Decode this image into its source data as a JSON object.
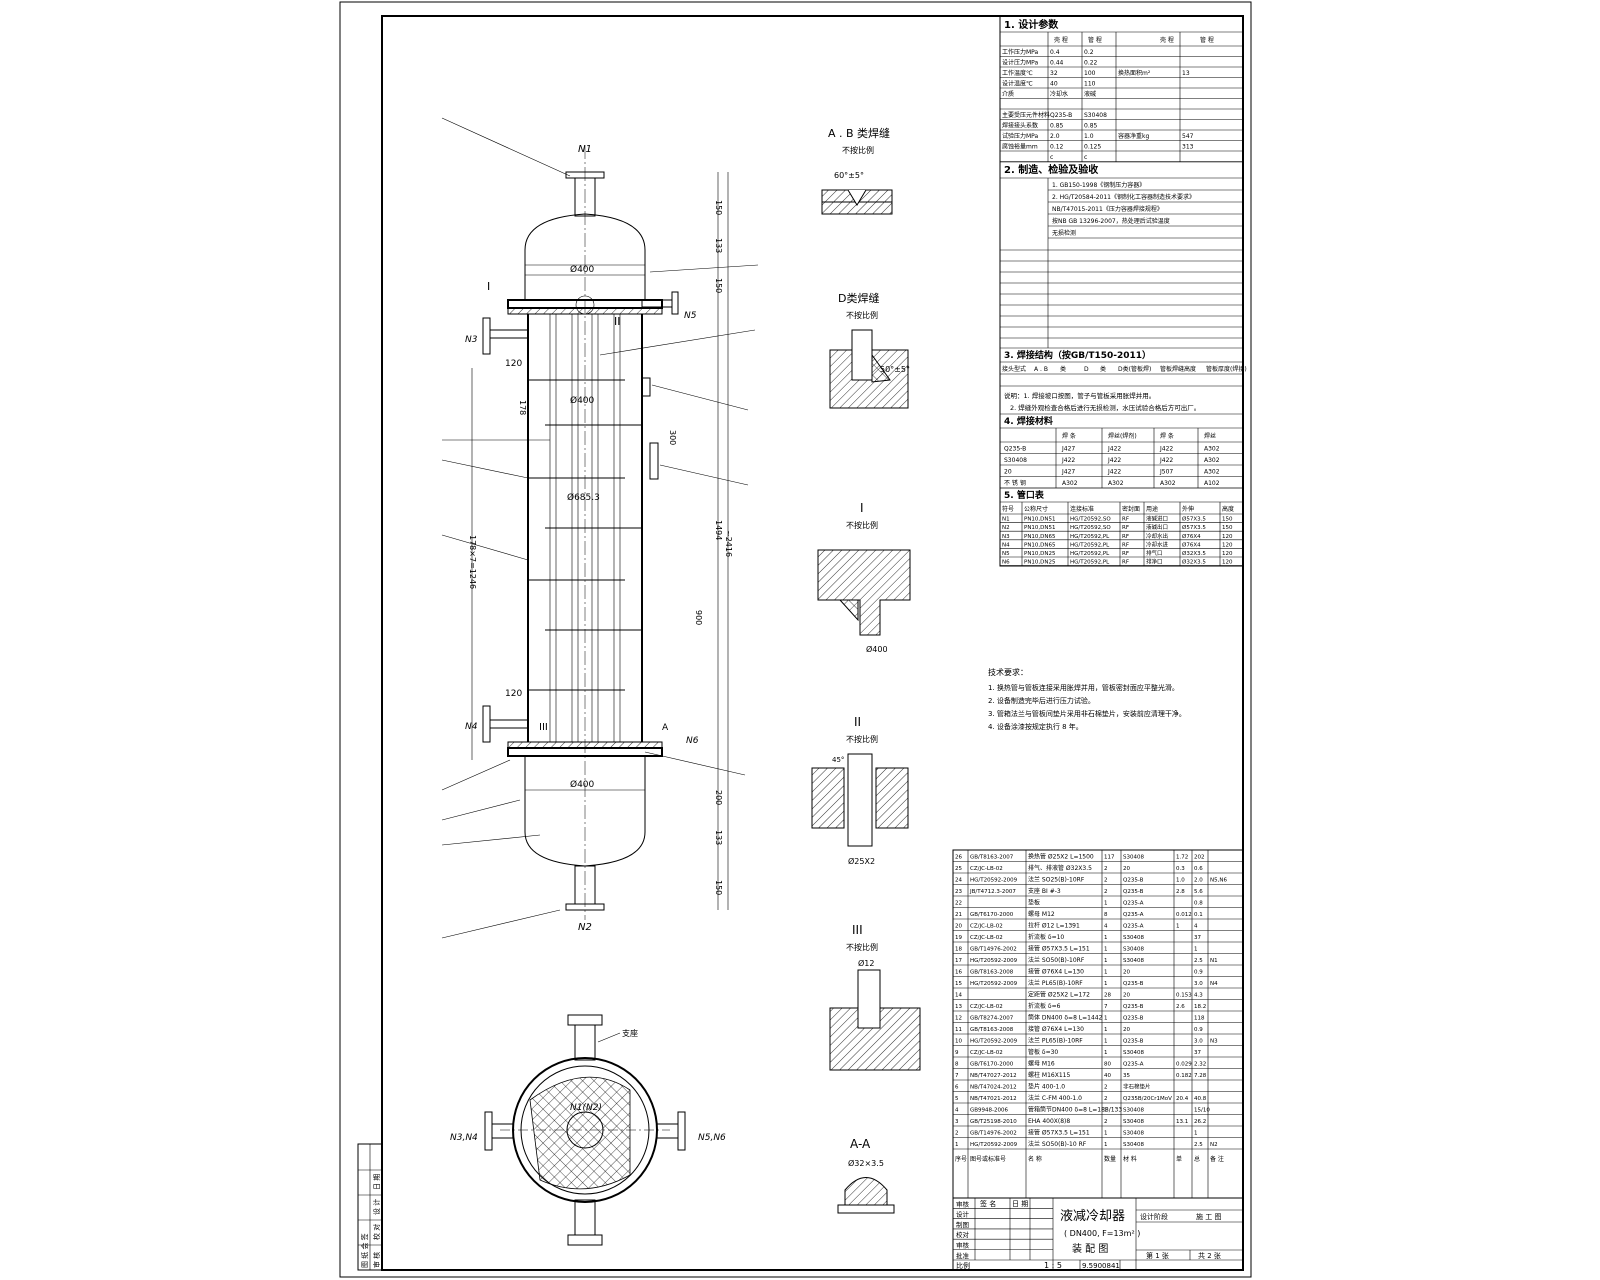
{
  "title_block": {
    "drawing_name": "液减冷却器",
    "drawing_sub": "( DN400, F=13m² )",
    "drawing_type": "装 配 图",
    "scale_label": "比例",
    "scale": "1 : 5",
    "drawing_no": "9.5900841",
    "sheet": "第 1 张",
    "total": "共 2 张",
    "rows": [
      "审核",
      "设计",
      "制图",
      "校对",
      "审核",
      "批准"
    ],
    "cols": [
      "签 名",
      "日 期"
    ],
    "stage_label": "设计阶段",
    "stage": "施 工 图"
  },
  "main_labels": {
    "N1": "N1",
    "N2": "N2",
    "N3": "N3",
    "N4": "N4",
    "N5": "N5",
    "N6": "N6",
    "phi400_top": "Ø400",
    "phi400_mid": "Ø400",
    "phi400_bot": "Ø400",
    "phi685": "Ø685.3",
    "dim_150a": "150",
    "dim_133a": "133",
    "dim_150b": "150",
    "dim_1494": "1494",
    "dim_2416": "~2416",
    "dim_300": "300",
    "dim_900": "900",
    "dim_200": "200",
    "dim_133b": "133",
    "dim_150c": "150",
    "dim_120a": "120",
    "dim_120b": "120",
    "dim_178": "178",
    "dim_1782": "178×7=1246",
    "mark_I": "I",
    "mark_II": "II",
    "mark_III": "III",
    "mark_A": "A",
    "plan_N1N2": "N1(N2)",
    "plan_N3N4": "N3,N4",
    "plan_N5N6": "N5,N6",
    "plan_note": "支座"
  },
  "details": {
    "ab_title": "A . B 类焊缝",
    "ab_sub": "不按比例",
    "ab_angle": "60°±5°",
    "d_title": "D类焊缝",
    "d_sub": "不按比例",
    "d_angle": "50°±5°",
    "i_title": "I",
    "i_sub": "不按比例",
    "i_phi": "Ø400",
    "ii_title": "II",
    "ii_sub": "不按比例",
    "ii_phi": "Ø25X2",
    "ii_angle": "45°",
    "iii_title": "III",
    "iii_sub": "不按比例",
    "iii_phi": "Ø12",
    "aa_title": "A-A",
    "aa_phi": "Ø32×3.5"
  },
  "params": {
    "h1": "1. 设计参数",
    "h2": "2. 制造、检验及验收",
    "h3": "3. 焊接结构（按GB/T150-2011）",
    "h4": "4. 焊接材料",
    "h5": "5. 管口表",
    "top_cols": [
      "",
      "壳 程",
      "管 程",
      "",
      "壳 程",
      "管 程"
    ],
    "rows": [
      [
        "工作压力MPa",
        "0.4",
        "0.2",
        "",
        ""
      ],
      [
        "设计压力MPa",
        "0.44",
        "0.22",
        "",
        ""
      ],
      [
        "工作温度℃",
        "32",
        "100",
        "换热面积m²",
        "13"
      ],
      [
        "设计温度℃",
        "40",
        "110",
        "",
        ""
      ],
      [
        "介质",
        "冷却水",
        "液碱",
        "",
        ""
      ],
      [
        "",
        "",
        "",
        "",
        ""
      ],
      [
        "主要受压元件材料",
        "Q235-B",
        "S30408",
        "",
        ""
      ],
      [
        "焊接接头系数",
        "0.85",
        "0.85",
        "",
        ""
      ],
      [
        "试验压力MPa",
        "2.0",
        "1.0",
        "容器净重kg",
        "547"
      ],
      [
        "腐蚀裕量mm",
        "0.12",
        "0.125",
        "",
        "313"
      ],
      [
        "",
        "c",
        "c",
        "",
        ""
      ]
    ],
    "mfg": [
      "1. GB150-1998《钢制压力容器》",
      "2. HG/T20584-2011《钢制化工容器制造技术要求》",
      "NB/T47015-2011《压力容器焊接规程》",
      "按NB GB 13296-2007，热处理后试验温度",
      "无损检测"
    ],
    "weld_row": [
      "接头型式",
      "A . B",
      "类",
      "D",
      "类",
      "D类(管板焊)",
      "管板焊缝高度",
      "管板厚度(焊接)"
    ],
    "notes_weld": [
      "说明：1. 焊接坡口按图，管子与管板采用胀焊并用。",
      "2. 焊缝外观检查合格后进行无损检测，水压试验合格后方可出厂。"
    ],
    "mat_head": [
      "",
      "焊 条",
      "焊丝(焊剂)",
      "焊 条",
      "焊丝"
    ],
    "mat_rows": [
      [
        "Q235-B",
        "J427",
        "J422",
        "J422",
        "A302"
      ],
      [
        "S30408",
        "J422",
        "J422",
        "J422",
        "A302"
      ],
      [
        "20",
        "J427",
        "J422",
        "J507",
        "A302"
      ],
      [
        "不 锈 钢",
        "A302",
        "A302",
        "A302",
        "A102"
      ]
    ],
    "nozzle_head": [
      "符号",
      "公称尺寸",
      "连接标准",
      "密封面",
      "用途",
      "外伸",
      "高度"
    ],
    "nozzles": [
      [
        "N1",
        "PN10,DN51",
        "HG/T20592,SO",
        "RF",
        "液碱进口",
        "Ø57X3.5",
        "150"
      ],
      [
        "N2",
        "PN10,DN51",
        "HG/T20592,SO",
        "RF",
        "液碱出口",
        "Ø57X3.5",
        "150"
      ],
      [
        "N3",
        "PN10,DN65",
        "HG/T20592,PL",
        "RF",
        "冷却水出",
        "Ø76X4",
        "120"
      ],
      [
        "N4",
        "PN10,DN65",
        "HG/T20592,PL",
        "RF",
        "冷却水进",
        "Ø76X4",
        "120"
      ],
      [
        "N5",
        "PN10,DN25",
        "HG/T20592,PL",
        "RF",
        "排气口",
        "Ø32X3.5",
        "120"
      ],
      [
        "N6",
        "PN10,DN25",
        "HG/T20592,PL",
        "RF",
        "排净口",
        "Ø32X3.5",
        "120"
      ]
    ]
  },
  "tech_notes": {
    "title": "技术要求：",
    "items": [
      "1. 换热管与管板连接采用胀焊并用，管板密封面应平整光滑。",
      "2. 设备制造完毕后进行压力试验。",
      "3. 管箱法兰与管板间垫片采用非石棉垫片，安装前应清理干净。",
      "4. 设备涂漆按规定执行 8 年。"
    ]
  },
  "bom": {
    "head": [
      "序号",
      "图号或标准号",
      "名 称",
      "数量",
      "材 料",
      "单",
      "总",
      "备 注"
    ],
    "rows": [
      [
        "26",
        "GB/T8163-2007",
        "换热管 Ø25X2 L=1500",
        "117",
        "S30408",
        "1.72",
        "202",
        ""
      ],
      [
        "25",
        "CZ/JC-LB-02",
        "排气、排液管 Ø32X3.5",
        "2",
        "20",
        "0.3",
        "0.6",
        ""
      ],
      [
        "24",
        "HG/T20592-2009",
        "法兰 SO25(B)-10RF",
        "2",
        "Q235-B",
        "1.0",
        "2.0",
        "N5,N6"
      ],
      [
        "23",
        "JB/T4712.3-2007",
        "支座 BI #-3",
        "2",
        "Q235-B",
        "2.8",
        "5.6",
        ""
      ],
      [
        "22",
        "",
        "垫板",
        "1",
        "Q235-A",
        "",
        "0.8",
        ""
      ],
      [
        "21",
        "GB/T6170-2000",
        "螺母 M12",
        "8",
        "Q235-A",
        "0.012",
        "0.1",
        ""
      ],
      [
        "20",
        "CZ/JC-LB-02",
        "拉杆 Ø12 L=1391",
        "4",
        "Q235-A",
        "1",
        "4",
        ""
      ],
      [
        "19",
        "CZ/JC-LB-02",
        "折流板 δ=10",
        "1",
        "S30408",
        "",
        "37",
        ""
      ],
      [
        "18",
        "GB/T14976-2002",
        "接管 Ø57X3.5 L=151",
        "1",
        "S30408",
        "",
        "1",
        ""
      ],
      [
        "17",
        "HG/T20592-2009",
        "法兰 SO50(B)-10RF",
        "1",
        "S30408",
        "",
        "2.5",
        "N1"
      ],
      [
        "16",
        "GB/T8163-2008",
        "接管 Ø76X4 L=130",
        "1",
        "20",
        "",
        "0.9",
        ""
      ],
      [
        "15",
        "HG/T20592-2009",
        "法兰 PL65(B)-10RF",
        "1",
        "Q235-B",
        "",
        "3.0",
        "N4"
      ],
      [
        "14",
        "",
        "定距管 Ø25X2 L=172",
        "28",
        "20",
        "0.153",
        "4.3",
        ""
      ],
      [
        "13",
        "CZ/JC-LB-02",
        "折流板 δ=6",
        "7",
        "Q235-B",
        "2.6",
        "18.2",
        ""
      ],
      [
        "12",
        "GB/T8274-2007",
        "筒体 DN400 δ=8 L=1442",
        "1",
        "Q235-B",
        "",
        "118",
        ""
      ],
      [
        "11",
        "GB/T8163-2008",
        "接管 Ø76X4 L=130",
        "1",
        "20",
        "",
        "0.9",
        ""
      ],
      [
        "10",
        "HG/T20592-2009",
        "法兰 PL65(B)-10RF",
        "1",
        "Q235-B",
        "",
        "3.0",
        "N3"
      ],
      [
        "9",
        "CZ/JC-LB-02",
        "管板 δ=30",
        "1",
        "S30408",
        "",
        "37",
        ""
      ],
      [
        "8",
        "GB/T6170-2000",
        "螺母 M16",
        "80",
        "Q235-A",
        "0.029",
        "2.32",
        ""
      ],
      [
        "7",
        "NB/T47027-2012",
        "螺柱 M16X115",
        "40",
        "35",
        "0.182",
        "7.28",
        ""
      ],
      [
        "6",
        "NB/T47024-2012",
        "垫片 400-1.0",
        "2",
        "非石棉垫片",
        "",
        "",
        " "
      ],
      [
        "5",
        "NB/T47021-2012",
        "法兰 C-FM 400-1.0",
        "2",
        "Q235B/20Cr1MoV",
        "20.4",
        "40.8",
        ""
      ],
      [
        "4",
        "GB9948-2006",
        "管箱筒节DN400 δ=8 L=188/133",
        "1",
        "S30408",
        "",
        "15/10",
        ""
      ],
      [
        "3",
        "GB/T25198-2010",
        "EHA 400X(8)8",
        "2",
        "S30408",
        "13.1",
        "26.2",
        ""
      ],
      [
        "2",
        "GB/T14976-2002",
        "接管 Ø57X3.5 L=151",
        "1",
        "S30408",
        "",
        "1",
        ""
      ],
      [
        "1",
        "HG/T20592-2009",
        "法兰 SO50(B)-10 RF",
        "1",
        "S30408",
        "",
        "2.5",
        "N2"
      ]
    ]
  },
  "left_strip": [
    "图 纸 会 签",
    "审 核",
    "校 对",
    "设 计",
    "日 期"
  ]
}
